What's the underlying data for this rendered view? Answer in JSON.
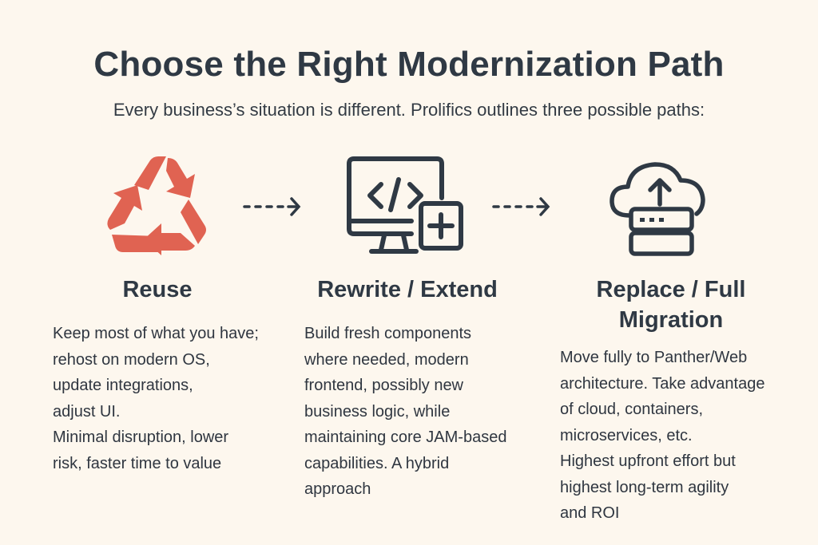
{
  "title": "Choose the Right Modernization Path",
  "subtitle": "Every business’s situation is different. Prolifics outlines three possible paths:",
  "colors": {
    "background": "#fdf7ee",
    "text": "#2f3944",
    "recycle_accent": "#e06352"
  },
  "paths": [
    {
      "icon": "recycle-icon",
      "heading": "Reuse",
      "body": "Keep most of what you have;\n rehost on modern OS,\nupdate integrations,\nadjust UI.\nMinimal disruption, lower\nrisk, faster time to value"
    },
    {
      "icon": "monitor-code-plus-icon",
      "heading": "Rewrite / Extend",
      "body": " Build fresh components\nwhere needed, modern\nfrontend, possibly new\nbusiness logic, while\nmaintaining core JAM-based\ncapabilities. A hybrid\napproach"
    },
    {
      "icon": "cloud-server-upload-icon",
      "heading": "Replace / Full\nMigration",
      "heading_line1": "Replace / Full",
      "heading_line2": "Migration",
      "body": " Move fully to Panther/Web\narchitecture. Take advantage\nof cloud, containers,\nmicroservices, etc.\nHighest upfront effort but\nhighest long-term agility\nand ROI"
    }
  ],
  "connectors": [
    "dashed-arrow",
    "dashed-arrow"
  ]
}
